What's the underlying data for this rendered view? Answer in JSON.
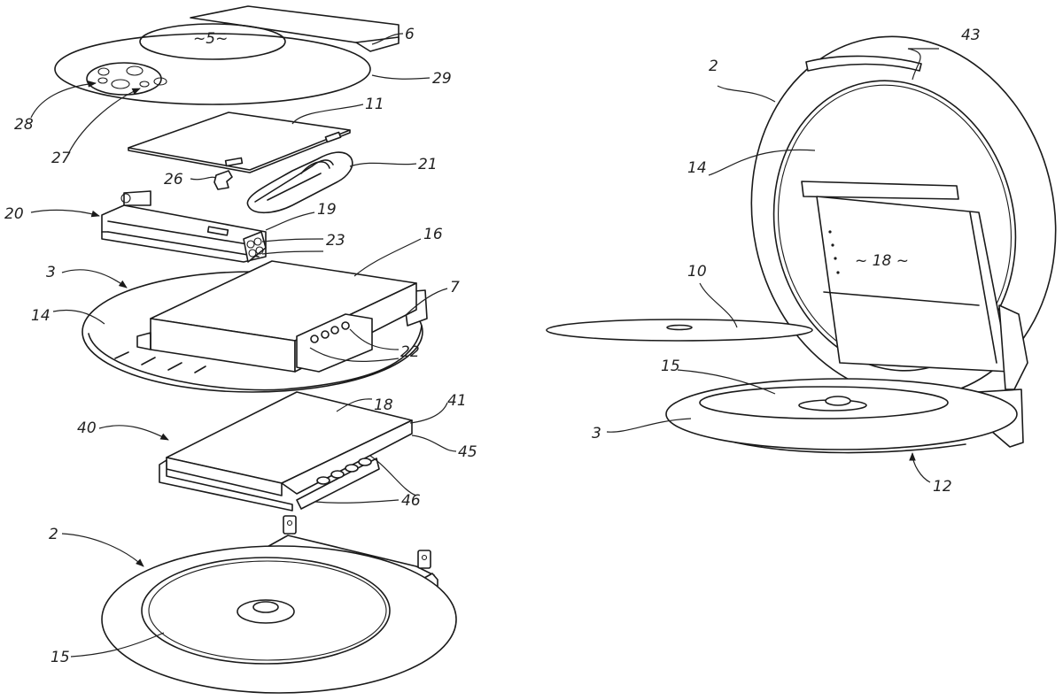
{
  "figure": {
    "ink_color": "#1a1a1a",
    "background": "#ffffff",
    "left_view": {
      "labels": {
        "n5": "5",
        "n6": "6",
        "n29": "29",
        "n28": "28",
        "n27": "27",
        "n11": "11",
        "n21": "21",
        "n26": "26",
        "n20": "20",
        "n19": "19",
        "n23": "23",
        "n16": "16",
        "n3": "3",
        "n14": "14",
        "n7": "7",
        "n22": "22",
        "n18": "18",
        "n40": "40",
        "n41": "41",
        "n45": "45",
        "n46": "46",
        "n2": "2",
        "n15": "15"
      }
    },
    "right_view": {
      "labels": {
        "n43": "43",
        "n2": "2",
        "n14": "14",
        "n18": "18",
        "n10": "10",
        "n15": "15",
        "n3": "3",
        "n12": "12"
      }
    }
  }
}
